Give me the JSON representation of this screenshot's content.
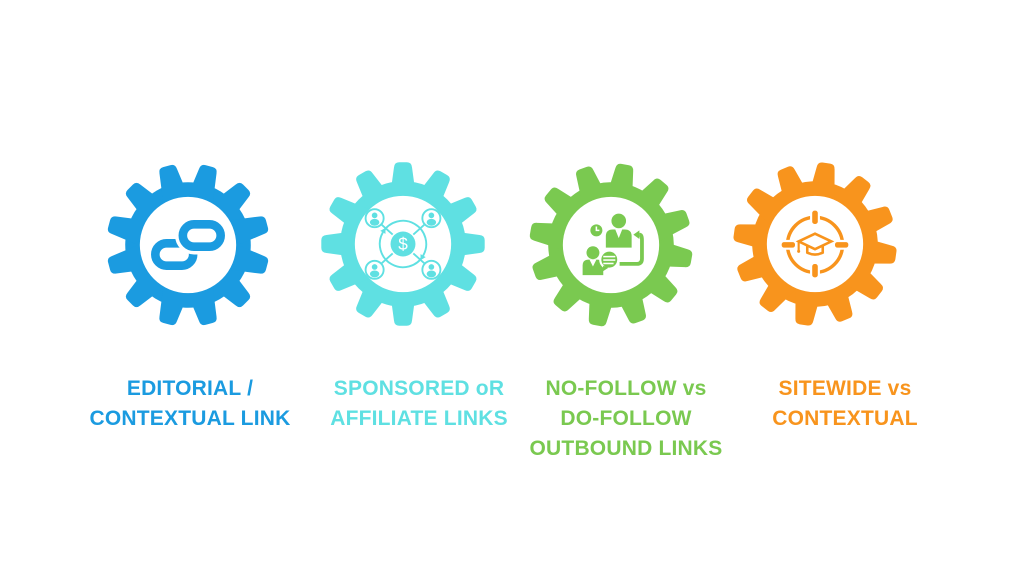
{
  "canvas": {
    "background": "#FFFFFF"
  },
  "items": [
    {
      "name": "editorial-contextual-link",
      "color": "#1B9BE0",
      "icon": "chain-link-icon",
      "label_lines": [
        "EDITORIAL /",
        "CONTEXTUAL LINK"
      ]
    },
    {
      "name": "sponsored-affiliate-links",
      "color": "#5FE0E2",
      "icon": "affiliate-network-icon",
      "dollar_symbol": "$",
      "label_lines": [
        "SPONSORED oR",
        "AFFILIATE LINKS"
      ]
    },
    {
      "name": "nofollow-dofollow-outbound-links",
      "color": "#7AC950",
      "icon": "people-exchange-icon",
      "label_lines": [
        "NO-FOLLOW vs",
        "DO-FOLLOW",
        "OUTBOUND LINKS"
      ]
    },
    {
      "name": "sitewide-contextual",
      "color": "#F8941D",
      "icon": "target-graduation-cap-icon",
      "label_lines": [
        "SITEWIDE vs",
        "CONTEXTUAL"
      ]
    }
  ]
}
